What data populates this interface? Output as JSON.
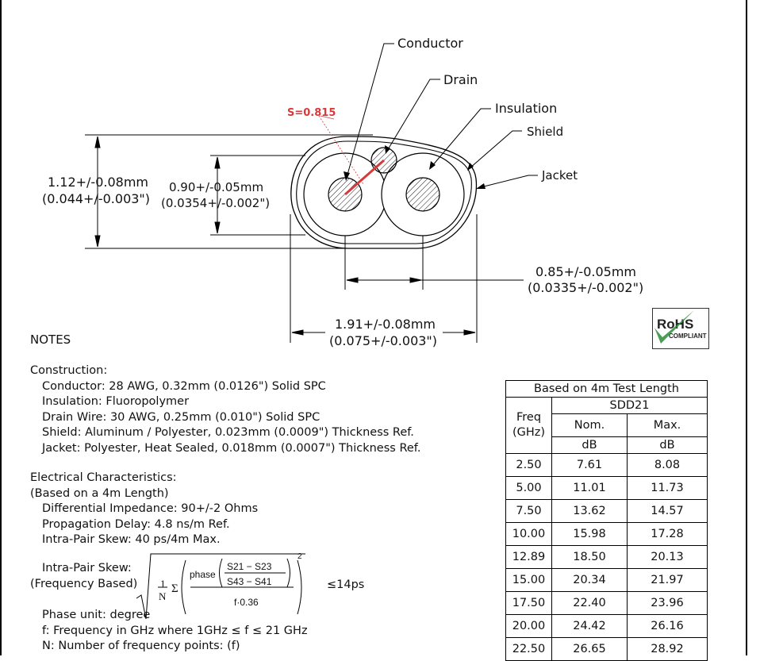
{
  "diagram": {
    "callouts": {
      "conductor": "Conductor",
      "drain": "Drain",
      "insulation": "Insulation",
      "shield": "Shield",
      "jacket": "Jacket",
      "annotation": "S=0.815"
    },
    "dimensions": {
      "height_outer_mm": "1.12+/-0.08mm",
      "height_outer_in": "(0.044+/-0.003\")",
      "height_insul_mm": "0.90+/-0.05mm",
      "height_insul_in": "(0.0354+/-0.002\")",
      "pitch_mm": "0.85+/-0.05mm",
      "pitch_in": "(0.0335+/-0.002\")",
      "width_mm": "1.91+/-0.08mm",
      "width_in": "(0.075+/-0.003\")"
    },
    "colors": {
      "line": "#000000",
      "annotation": "#d63a3a"
    }
  },
  "rohs": {
    "title": "RoHS",
    "subtitle": "COMPLIANT",
    "check_color": "#2e8b3a"
  },
  "notes": {
    "heading": "NOTES",
    "construction": {
      "heading": "Construction:",
      "items": [
        "Conductor: 28 AWG, 0.32mm (0.0126\") Solid SPC",
        "Insulation: Fluoropolymer",
        "Drain Wire: 30 AWG, 0.25mm (0.010\") Solid SPC",
        "Shield: Aluminum / Polyester, 0.023mm (0.0009\") Thickness Ref.",
        "Jacket: Polyester, Heat Sealed, 0.018mm (0.0007\") Thickness Ref."
      ]
    },
    "electrical": {
      "heading": "Electrical Characteristics:",
      "subheading": "(Based on a 4m Length)",
      "items": [
        "Differential Impedance: 90+/-2 Ohms",
        "Propagation Delay: 4.8 ns/m Ref.",
        "Intra-Pair Skew: 40 ps/4m Max."
      ]
    },
    "skew": {
      "label1": "Intra-Pair Skew:",
      "label2": "(Frequency Based)",
      "f_one": "1",
      "f_n": "N",
      "f_sigma": "Σ",
      "f_phase": "phase",
      "f_s21": "S21 − S23",
      "f_s43": "S43 − S41",
      "f_den": "f·0.36",
      "f_exp": "2",
      "limit": "≤14ps",
      "phase_unit": "Phase unit: degree",
      "f_def": "f: Frequency in GHz where 1GHz ≤ f ≤ 21 GHz",
      "n_def": "N: Number of frequency points: (f)"
    }
  },
  "table": {
    "title": "Based on 4m Test Length",
    "group": "SDD21",
    "col_freq": "Freq",
    "col_freq_unit": "(GHz)",
    "col_nom": "Nom.",
    "col_max": "Max.",
    "unit_nom": "dB",
    "unit_max": "dB",
    "rows": [
      [
        "2.50",
        "7.61",
        "8.08"
      ],
      [
        "5.00",
        "11.01",
        "11.73"
      ],
      [
        "7.50",
        "13.62",
        "14.57"
      ],
      [
        "10.00",
        "15.98",
        "17.28"
      ],
      [
        "12.89",
        "18.50",
        "20.13"
      ],
      [
        "15.00",
        "20.34",
        "21.97"
      ],
      [
        "17.50",
        "22.40",
        "23.96"
      ],
      [
        "20.00",
        "24.42",
        "26.16"
      ],
      [
        "22.50",
        "26.65",
        "28.92"
      ]
    ]
  }
}
